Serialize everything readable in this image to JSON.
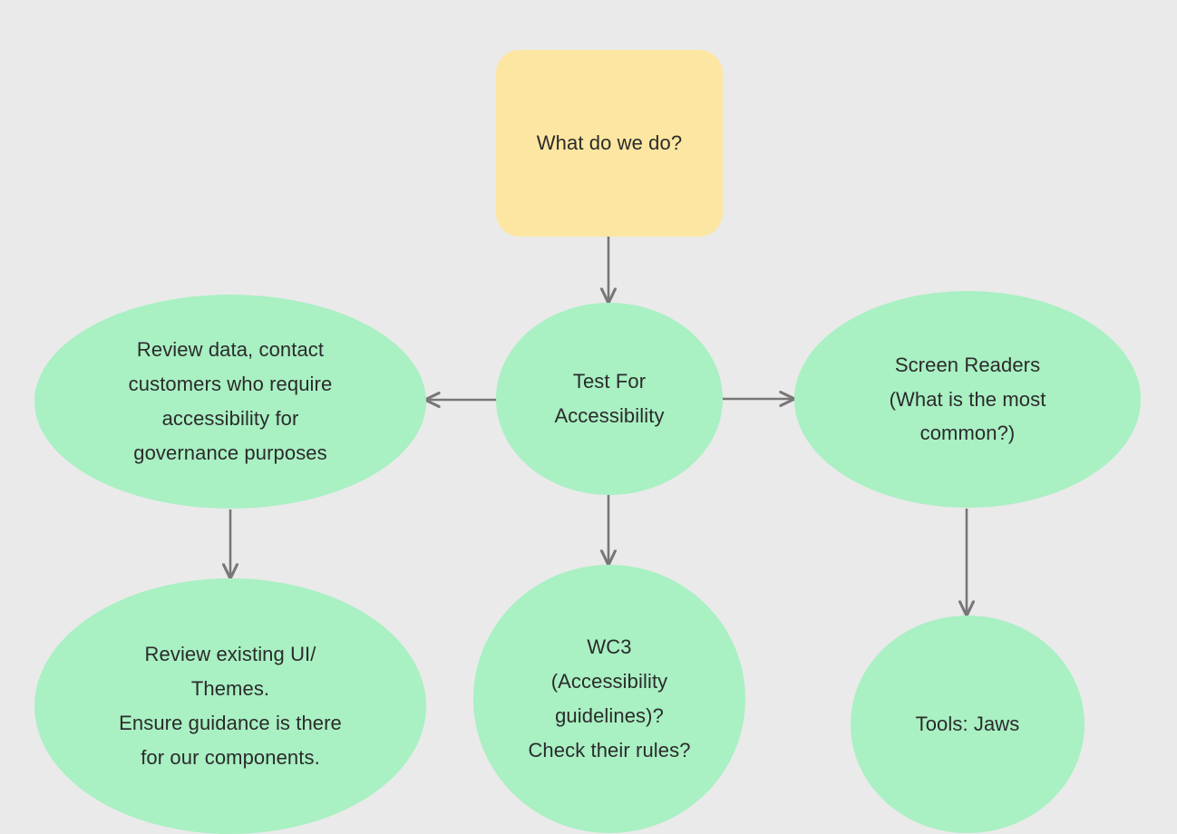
{
  "diagram": {
    "type": "flowchart",
    "background_color": "#eaeaea",
    "text_color": "#2b2b2b",
    "edge_color": "#777777",
    "nodes": [
      {
        "id": "what-do-we-do",
        "shape": "rounded-rectangle",
        "color": "#fce6a1",
        "text": "What do we do?"
      },
      {
        "id": "test-for-accessibility",
        "shape": "ellipse",
        "color": "#a9f0c3",
        "text": "Test For\nAccessibility"
      },
      {
        "id": "review-data-contact-customers",
        "shape": "ellipse",
        "color": "#a9f0c3",
        "text": "Review data, contact\ncustomers who require\naccessibility for\ngovernance purposes"
      },
      {
        "id": "screen-readers",
        "shape": "ellipse",
        "color": "#a9f0c3",
        "text": "Screen Readers\n(What is the most\ncommon?)"
      },
      {
        "id": "review-existing-ui-themes",
        "shape": "ellipse",
        "color": "#a9f0c3",
        "text": "Review existing UI/\nThemes.\nEnsure guidance is there\nfor our components."
      },
      {
        "id": "wc3-guidelines",
        "shape": "ellipse",
        "color": "#a9f0c3",
        "text": "WC3\n(Accessibility\nguidelines)?\nCheck their rules?"
      },
      {
        "id": "tools-jaws",
        "shape": "ellipse",
        "color": "#a9f0c3",
        "text": "Tools: Jaws"
      }
    ],
    "edges": [
      {
        "id": "edge-what-to-test",
        "from": "what-do-we-do",
        "to": "test-for-accessibility",
        "direction": "down"
      },
      {
        "id": "edge-test-to-review-data",
        "from": "test-for-accessibility",
        "to": "review-data-contact-customers",
        "direction": "left"
      },
      {
        "id": "edge-test-to-screen-readers",
        "from": "test-for-accessibility",
        "to": "screen-readers",
        "direction": "right"
      },
      {
        "id": "edge-review-data-to-review-ui",
        "from": "review-data-contact-customers",
        "to": "review-existing-ui-themes",
        "direction": "down"
      },
      {
        "id": "edge-test-to-wc3",
        "from": "test-for-accessibility",
        "to": "wc3-guidelines",
        "direction": "down"
      },
      {
        "id": "edge-screen-readers-to-tools",
        "from": "screen-readers",
        "to": "tools-jaws",
        "direction": "down"
      }
    ]
  }
}
